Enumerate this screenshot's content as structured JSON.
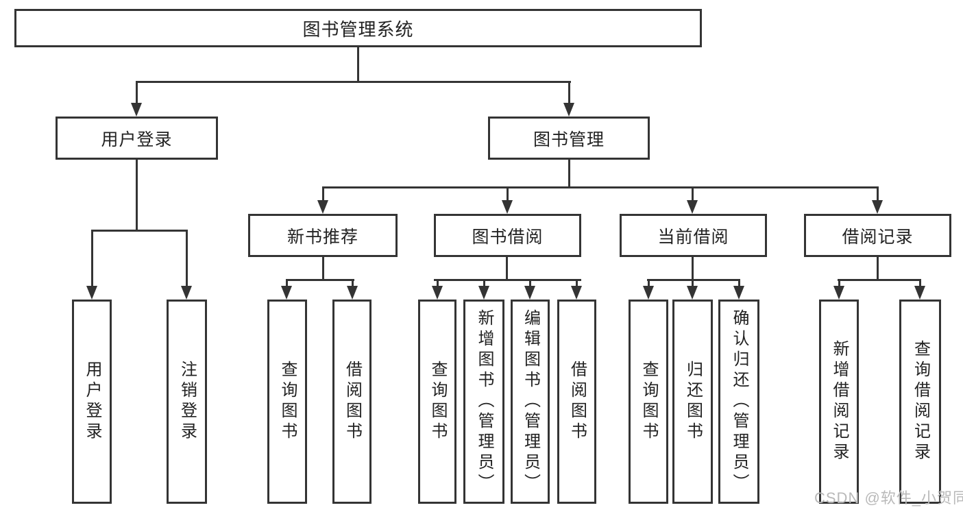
{
  "diagram": {
    "type": "hierarchy-tree",
    "colors": {
      "line": "#343434",
      "box_border": "#343434",
      "box_fill": "#ffffff",
      "text": "#222222",
      "background": "#ffffff",
      "watermark": "#b9b9b9"
    },
    "tree": {
      "label": "图书管理系统",
      "children": [
        {
          "label": "用户登录",
          "children": [
            {
              "label": "用户登录"
            },
            {
              "label": "注销登录"
            }
          ]
        },
        {
          "label": "图书管理",
          "children": [
            {
              "label": "新书推荐",
              "children": [
                {
                  "label": "查询图书"
                },
                {
                  "label": "借阅图书"
                }
              ]
            },
            {
              "label": "图书借阅",
              "children": [
                {
                  "label": "查询图书"
                },
                {
                  "label": "新增图书（管理员）"
                },
                {
                  "label": "编辑图书（管理员）"
                },
                {
                  "label": "借阅图书"
                }
              ]
            },
            {
              "label": "当前借阅",
              "children": [
                {
                  "label": "查询图书"
                },
                {
                  "label": "归还图书"
                },
                {
                  "label": "确认归还（管理员）"
                }
              ]
            },
            {
              "label": "借阅记录",
              "children": [
                {
                  "label": "新增借阅记录"
                },
                {
                  "label": "查询借阅记录"
                }
              ]
            }
          ]
        }
      ]
    },
    "watermark": "CSDN @软件_小贺同学"
  }
}
